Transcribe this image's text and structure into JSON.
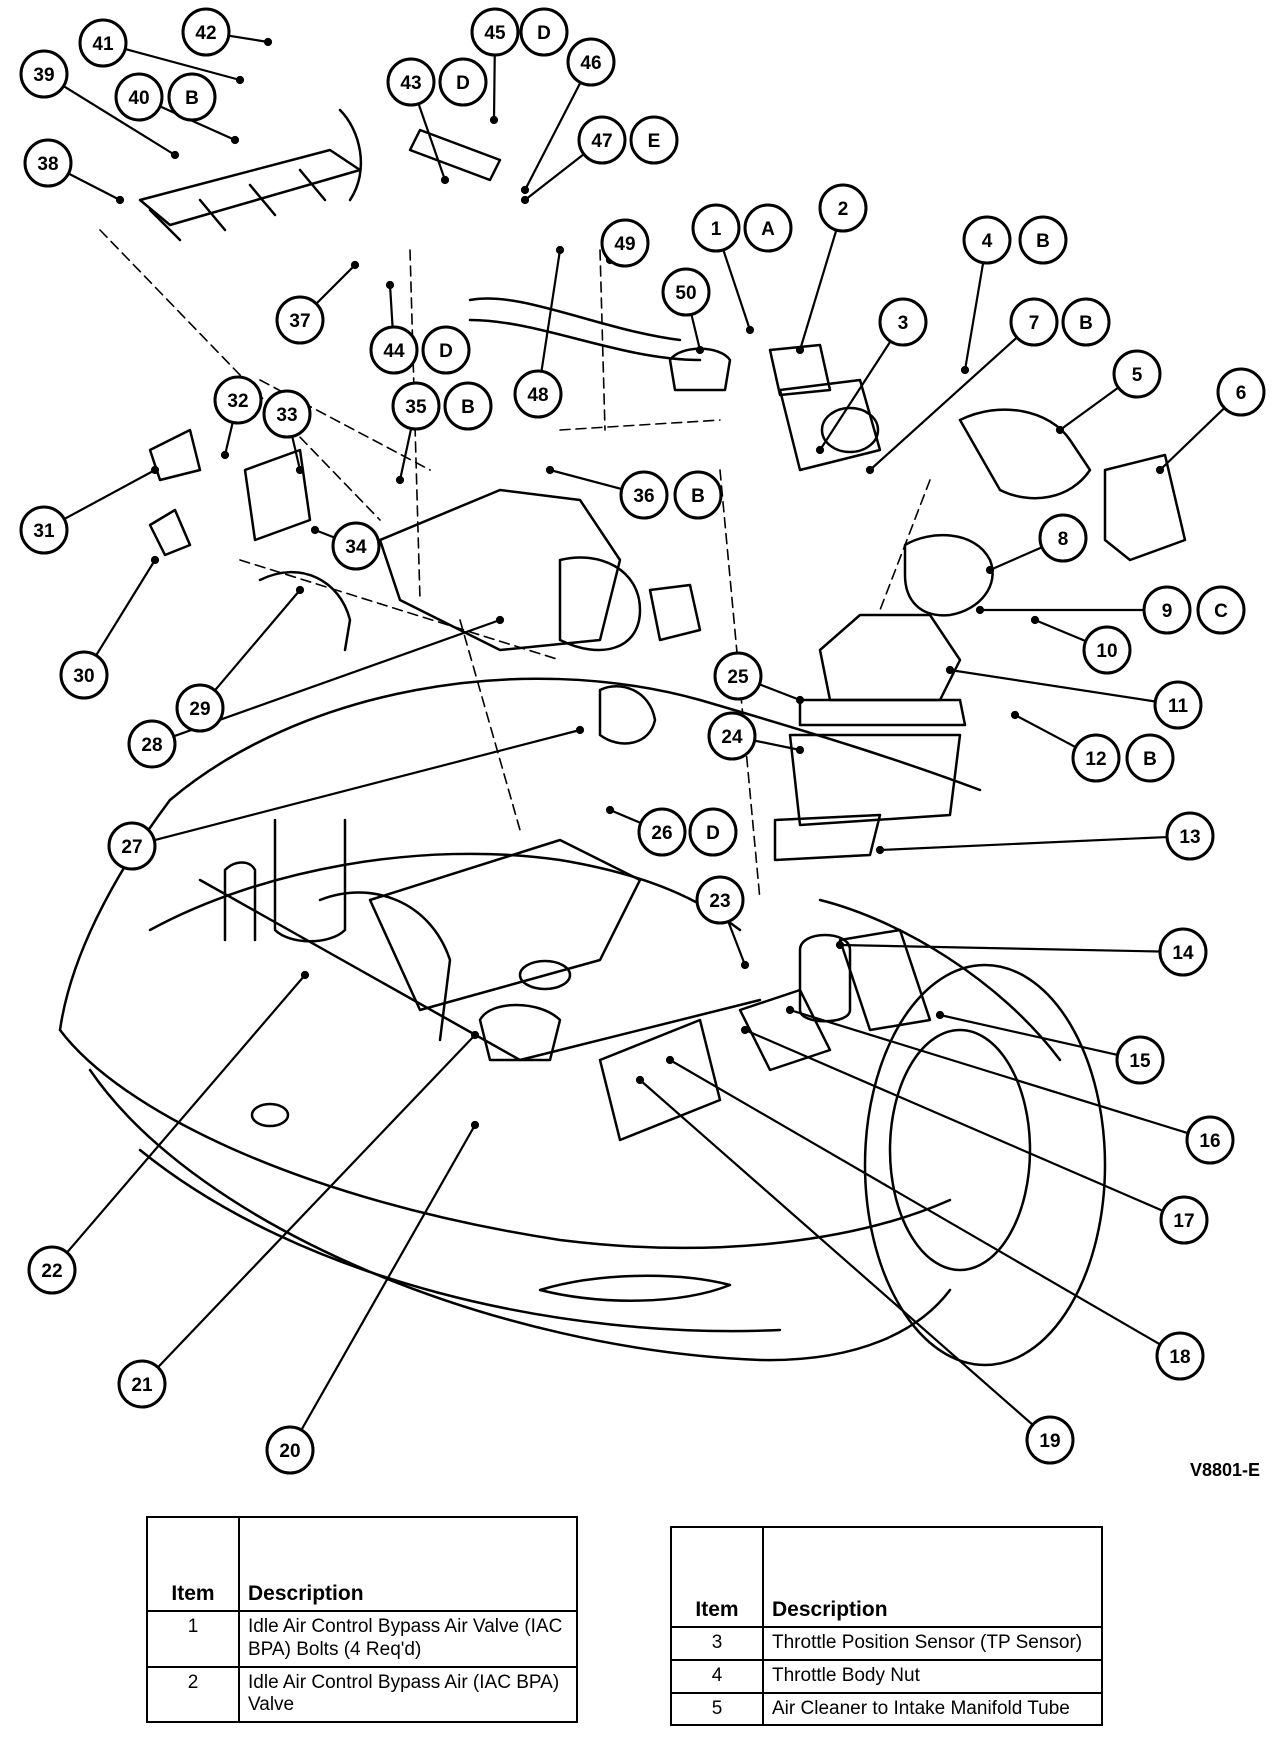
{
  "callouts": [
    {
      "num": "1",
      "letter": "A"
    },
    {
      "num": "2"
    },
    {
      "num": "3"
    },
    {
      "num": "4",
      "letter": "B"
    },
    {
      "num": "5"
    },
    {
      "num": "6"
    },
    {
      "num": "7",
      "letter": "B"
    },
    {
      "num": "8"
    },
    {
      "num": "9",
      "letter": "C"
    },
    {
      "num": "10"
    },
    {
      "num": "11"
    },
    {
      "num": "12",
      "letter": "B"
    },
    {
      "num": "13"
    },
    {
      "num": "14"
    },
    {
      "num": "15"
    },
    {
      "num": "16"
    },
    {
      "num": "17"
    },
    {
      "num": "18"
    },
    {
      "num": "19"
    },
    {
      "num": "20"
    },
    {
      "num": "21"
    },
    {
      "num": "22"
    },
    {
      "num": "23"
    },
    {
      "num": "24"
    },
    {
      "num": "25"
    },
    {
      "num": "26",
      "letter": "D"
    },
    {
      "num": "27"
    },
    {
      "num": "28"
    },
    {
      "num": "29"
    },
    {
      "num": "30"
    },
    {
      "num": "31"
    },
    {
      "num": "32"
    },
    {
      "num": "33"
    },
    {
      "num": "34"
    },
    {
      "num": "35",
      "letter": "B"
    },
    {
      "num": "36",
      "letter": "B"
    },
    {
      "num": "37"
    },
    {
      "num": "38"
    },
    {
      "num": "39"
    },
    {
      "num": "40",
      "letter": "B"
    },
    {
      "num": "41"
    },
    {
      "num": "42"
    },
    {
      "num": "43",
      "letter": "D"
    },
    {
      "num": "44",
      "letter": "D"
    },
    {
      "num": "45",
      "letter": "D"
    },
    {
      "num": "46"
    },
    {
      "num": "47",
      "letter": "E"
    },
    {
      "num": "48"
    },
    {
      "num": "49"
    },
    {
      "num": "50"
    }
  ],
  "figure_ref": "V8801-E",
  "legend_left": {
    "header_item": "Item",
    "header_desc": "Description",
    "rows": [
      {
        "item": "1",
        "desc": "Idle Air Control Bypass Air Valve (IAC BPA) Bolts  (4 Req'd)"
      },
      {
        "item": "2",
        "desc": "Idle Air Control Bypass Air (IAC BPA) Valve"
      }
    ]
  },
  "legend_right": {
    "header_item": "Item",
    "header_desc": "Description",
    "rows": [
      {
        "item": "3",
        "desc": "Throttle Position Sensor (TP Sensor)"
      },
      {
        "item": "4",
        "desc": "Throttle Body Nut"
      },
      {
        "item": "5",
        "desc": "Air Cleaner to Intake Manifold Tube"
      }
    ]
  }
}
